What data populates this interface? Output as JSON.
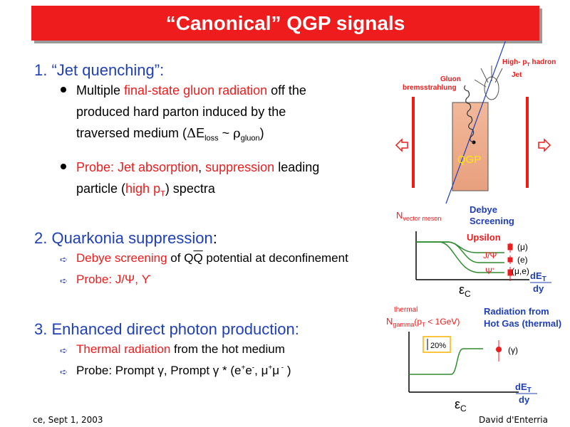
{
  "slide": {
    "title": "“Canonical” QGP signals",
    "footer_left": "ce, Sept 1, 2003",
    "footer_right": "David d'Enterria"
  },
  "section1": {
    "heading": "1. “Jet quenching”:",
    "bullet1": {
      "t1": "Multiple ",
      "t2": "final-state gluon radiation",
      "t3": " off the",
      "line2": "produced hard parton induced by the",
      "line3_a": "traversed medium (",
      "delta": "Δ",
      "E": "E",
      "loss": "loss",
      "tilde": " ~ ",
      "rho": "ρ",
      "gluon": "gluon",
      "close": ")"
    },
    "bullet2": {
      "t1": "Probe: Jet absorption",
      "t2": ", ",
      "t3": "suppression",
      "t4": " leading",
      "line2_a": "particle (",
      "line2_b": "high p",
      "sub": "T",
      "line2_c": ") spectra"
    }
  },
  "section2": {
    "heading_a": "2. Quarkonia suppression",
    "heading_b": ":",
    "bullet1": {
      "red": "Debye screening",
      "rest_a": " of Q",
      "qbar": "Q",
      "rest_b": " potential at deconfinement"
    },
    "bullet2": {
      "red": "Probe: J/Ψ, ϒ"
    }
  },
  "section3": {
    "heading": "3.  Enhanced direct photon production:",
    "bullet1": {
      "red": "Thermal radiation",
      "rest": " from the hot medium"
    },
    "bullet2": {
      "a": "Probe: Prompt γ, Prompt γ * (e",
      "sup1": "+",
      "b": "e",
      "sup2": "-",
      "c": ", μ",
      "sup3": "+",
      "d": "μ",
      "sup4": " -",
      "e": " )"
    }
  },
  "fig_qgp": {
    "high_pt_hadron": "High- p",
    "high_pt_sub": "T",
    "high_pt_tail": " hadron",
    "jet": "Jet",
    "gluon": "Gluon",
    "brems": "bremsstrahlung",
    "qgp": "QGP"
  },
  "fig_quarkonia": {
    "n_label": "N",
    "n_sub": "vector meson",
    "debye1": "Debye",
    "debye2": "Screening",
    "upsilon": "Upsilon",
    "jpsi": "J/Ψ",
    "psiprime": "Ψ'",
    "mu": "(μ)",
    "e": "(e)",
    "mue": "(μ,e)",
    "epsilon": "ε",
    "epsilon_sub": "C",
    "det": "dE",
    "det_sub": "T",
    "dy": "dy"
  },
  "fig_photon": {
    "n_label": "N",
    "n_sup": "thermal",
    "n_sub": "gamma",
    "pt_a": "(p",
    "pt_sub": "T",
    "pt_b": " < 1GeV)",
    "rad1": "Radiation from",
    "rad2": "Hot Gas (thermal)",
    "pct": "20%",
    "gamma": "(γ)",
    "epsilon": "ε",
    "epsilon_sub": "C",
    "det": "dE",
    "det_sub": "T",
    "dy": "dy"
  },
  "colors": {
    "red": "#ee1c1c",
    "blue": "#1f3fb8",
    "green": "#2e8b2e"
  }
}
